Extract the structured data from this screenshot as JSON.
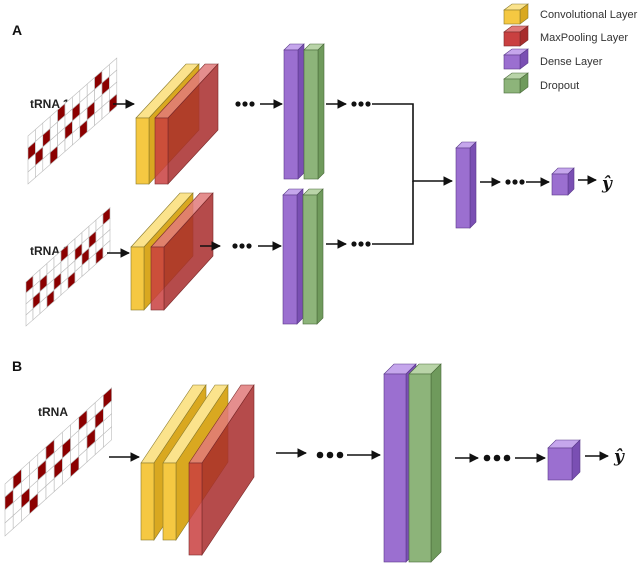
{
  "panels": {
    "a": "A",
    "b": "B"
  },
  "inputs": {
    "trna1": "tRNA 1",
    "trna2": "tRNA 2",
    "trna": "tRNA"
  },
  "output_symbol": "ŷ",
  "legend": [
    {
      "label": "Convolutional Layer",
      "color": "#f5c842"
    },
    {
      "label": "MaxPooling Layer",
      "color": "#c94040"
    },
    {
      "label": "Dense Layer",
      "color": "#9b6fd0"
    },
    {
      "label": "Dropout",
      "color": "#8db47a"
    }
  ],
  "colors": {
    "conv": "#f5c842",
    "pool": "#c94040",
    "dense": "#9b6fd0",
    "dropout": "#8db47a",
    "onehot_fill": "#8b0000",
    "grid": "#bbbbbb"
  }
}
